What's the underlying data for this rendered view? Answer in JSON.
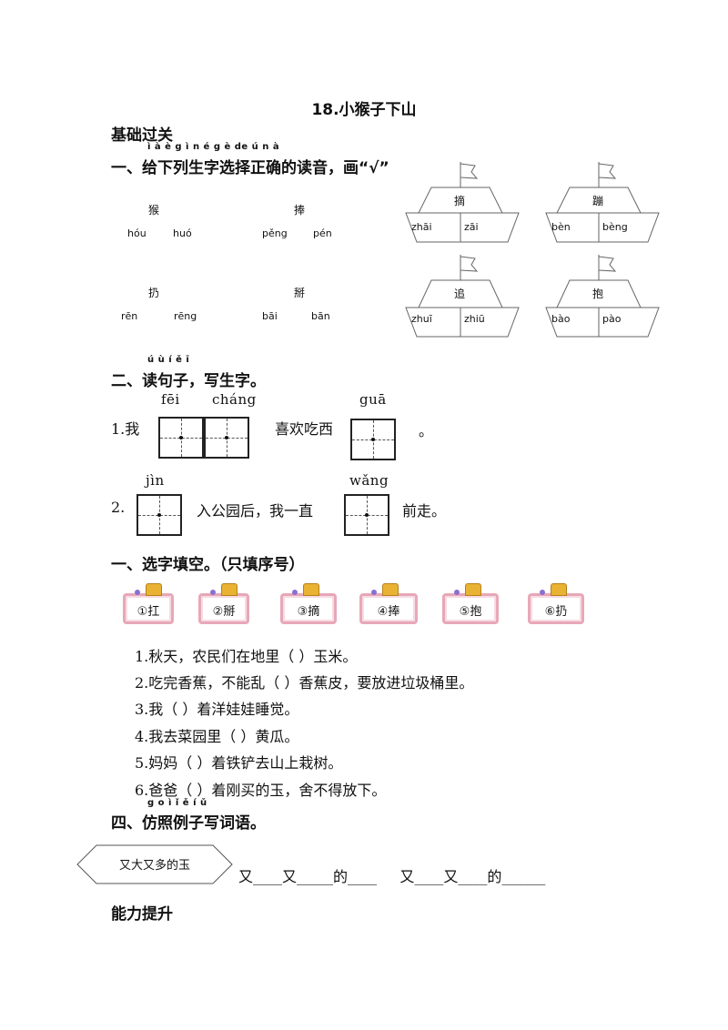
{
  "title": "18.小猴子下山",
  "section_basic": "基础过关",
  "q1": {
    "ruby": "ì  à  è  g  ì  n  é  g  è  de  ú  n      à",
    "heading": "一、给下列生字选择正确的读音，画“√”",
    "items": [
      {
        "char": "猴",
        "a": "hóu",
        "b": "huó"
      },
      {
        "char": "捧",
        "a": "pěng",
        "b": "pén"
      },
      {
        "char": "扔",
        "a": "rēn",
        "b": "rēng"
      },
      {
        "char": "掰",
        "a": "bāi",
        "b": "bān"
      }
    ],
    "boats": [
      {
        "char": "摘",
        "a": "zhāi",
        "b": "zāi"
      },
      {
        "char": "蹦",
        "a": "bèn",
        "b": "bèng"
      },
      {
        "char": "追",
        "a": "zhuī",
        "b": "zhiū"
      },
      {
        "char": "抱",
        "a": "bào",
        "b": "pào"
      }
    ]
  },
  "q2": {
    "ruby": "ú  ù  í     ě  ī",
    "heading": "二、读句子，写生字。",
    "line1": {
      "num": "1.我",
      "py1": "fēi",
      "py2": "cháng",
      "mid": "喜欢吃西",
      "py3": "guā",
      "end": "。"
    },
    "line2": {
      "num": "2.",
      "py1": "jìn",
      "mid": "入公园后，我一直",
      "py2": "wǎng",
      "end": "前走。"
    }
  },
  "q3": {
    "heading": "一、选字填空。（只填序号）",
    "options": [
      "①扛",
      "②掰",
      "③摘",
      "④捧",
      "⑤抱",
      "⑥扔"
    ],
    "sentences": [
      "1.秋天，农民们在地里（      ）玉米。",
      "2.吃完香蕉，不能乱（      ）香蕉皮，要放进垃圾桶里。",
      "3.我（      ）着洋娃娃睡觉。",
      "4.我去菜园里（      ）黄瓜。",
      "5.妈妈（      ）着铁铲去山上栽树。",
      "6.爸爸（          ）着刚买的玉，舍不得放下。"
    ]
  },
  "q4": {
    "ruby": "g  o  ì  ǐ  ě  í  ǔ",
    "heading": "四、仿照例子写词语。",
    "example": "又大又多的玉",
    "blanks": "又____又_____的____     又____又____的______"
  },
  "section_ability": "能力提升"
}
